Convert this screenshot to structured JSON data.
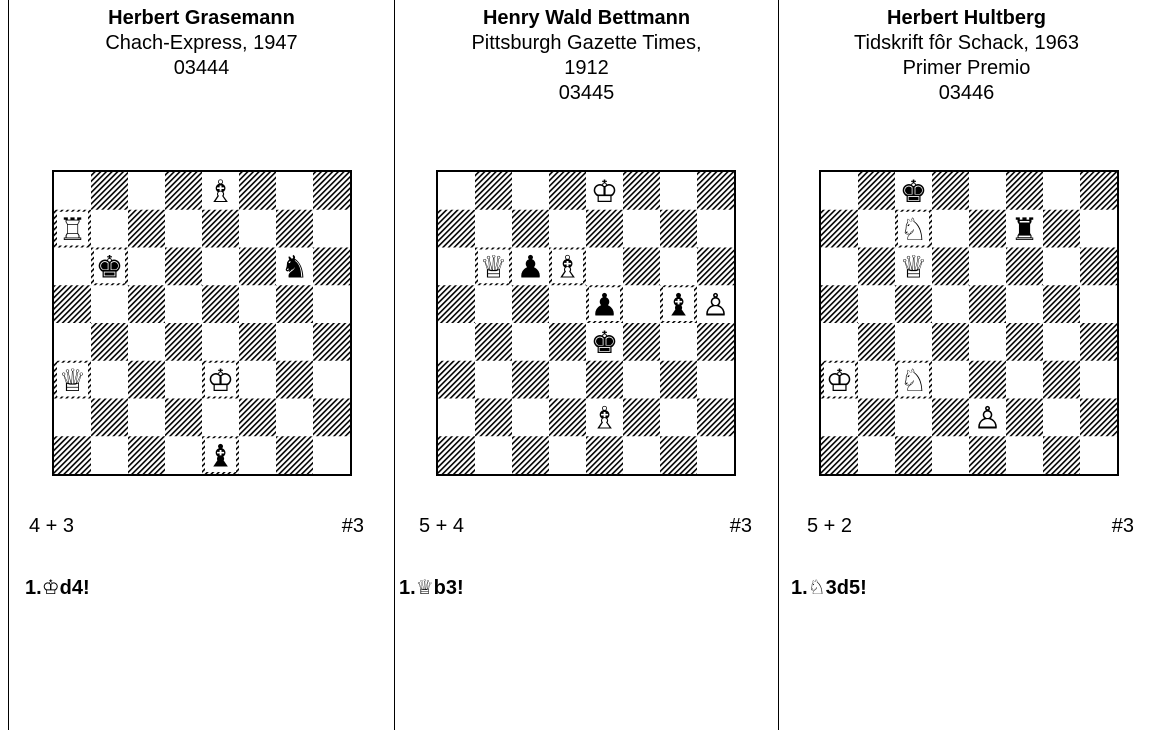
{
  "problems": [
    {
      "author": "Herbert Grasemann",
      "source_lines": [
        "Chach-Express, 1947",
        "03444"
      ],
      "count": "4 + 3",
      "stipulation": "#3",
      "solution_prefix": "1.",
      "solution_glyph": "♔",
      "solution_suffix": "d4!",
      "pieces": [
        {
          "square": "e8",
          "piece": "B",
          "color": "white"
        },
        {
          "square": "a7",
          "piece": "R",
          "color": "white"
        },
        {
          "square": "b6",
          "piece": "K",
          "color": "black"
        },
        {
          "square": "g6",
          "piece": "N",
          "color": "black"
        },
        {
          "square": "a3",
          "piece": "Q",
          "color": "white"
        },
        {
          "square": "e3",
          "piece": "K",
          "color": "white"
        },
        {
          "square": "e1",
          "piece": "B",
          "color": "black"
        }
      ]
    },
    {
      "author": "Henry Wald Bettmann",
      "source_lines": [
        "Pittsburgh Gazette Times,",
        "1912",
        "03445"
      ],
      "count": "5 + 4",
      "stipulation": "#3",
      "solution_prefix": "1.",
      "solution_glyph": "♕",
      "solution_suffix": "b3!",
      "pieces": [
        {
          "square": "e8",
          "piece": "K",
          "color": "white"
        },
        {
          "square": "b6",
          "piece": "Q",
          "color": "white"
        },
        {
          "square": "c6",
          "piece": "P",
          "color": "black"
        },
        {
          "square": "d6",
          "piece": "B",
          "color": "white"
        },
        {
          "square": "e5",
          "piece": "P",
          "color": "black"
        },
        {
          "square": "g5",
          "piece": "B",
          "color": "black"
        },
        {
          "square": "h5",
          "piece": "P",
          "color": "white"
        },
        {
          "square": "e4",
          "piece": "K",
          "color": "black"
        },
        {
          "square": "e2",
          "piece": "B",
          "color": "white"
        }
      ]
    },
    {
      "author": "Herbert Hultberg",
      "source_lines": [
        "Tidskrift fôr Schack, 1963",
        "Primer Premio",
        "03446"
      ],
      "count": "5 + 2",
      "stipulation": "#3",
      "solution_prefix": "1.",
      "solution_glyph": "♘",
      "solution_suffix": "3d5!",
      "pieces": [
        {
          "square": "c8",
          "piece": "K",
          "color": "black"
        },
        {
          "square": "c7",
          "piece": "N",
          "color": "white"
        },
        {
          "square": "f7",
          "piece": "R",
          "color": "black"
        },
        {
          "square": "c6",
          "piece": "Q",
          "color": "white"
        },
        {
          "square": "a3",
          "piece": "K",
          "color": "white"
        },
        {
          "square": "c3",
          "piece": "N",
          "color": "white"
        },
        {
          "square": "e2",
          "piece": "P",
          "color": "white"
        }
      ]
    }
  ]
}
